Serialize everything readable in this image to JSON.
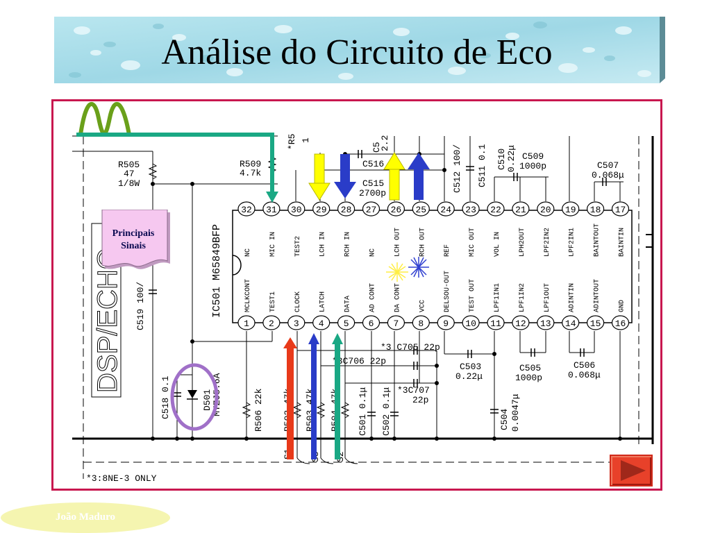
{
  "slide": {
    "title": "Análise do Circuito de Eco",
    "note_line1": "Principais",
    "note_line2": "Sinais",
    "footer": "João Maduro"
  },
  "icons": {
    "next": "play-right-icon",
    "signal": "sine-wave-icon"
  },
  "colors": {
    "frame": "#c8174f",
    "next_button": "#e8412a",
    "footer": "#f5f5b0",
    "note": "#f6c8f0",
    "arrow_green": "#1aa884",
    "arrow_yellow": "#ffff00",
    "arrow_blue": "#2a3cc8",
    "arrow_red": "#e83a1a"
  },
  "schematic": {
    "ic_label": "IC501 M65849BFP",
    "module_label": "DSP/ECHO",
    "footnote": "*3:8NE-3 ONLY",
    "top_pins": [
      {
        "num": "32",
        "name": "NC"
      },
      {
        "num": "31",
        "name": "MIC IN"
      },
      {
        "num": "30",
        "name": "TEST2"
      },
      {
        "num": "29",
        "name": "LCH IN"
      },
      {
        "num": "28",
        "name": "RCH IN"
      },
      {
        "num": "27",
        "name": "NC"
      },
      {
        "num": "26",
        "name": "LCH OUT"
      },
      {
        "num": "25",
        "name": "RCH OUT"
      },
      {
        "num": "24",
        "name": "REF"
      },
      {
        "num": "23",
        "name": "MIC OUT"
      },
      {
        "num": "22",
        "name": "VOL IN"
      },
      {
        "num": "21",
        "name": "LPH2OUT"
      },
      {
        "num": "20",
        "name": "LPF2IN2"
      },
      {
        "num": "19",
        "name": "LPF2IN1"
      },
      {
        "num": "18",
        "name": "BAINTOUT"
      },
      {
        "num": "17",
        "name": "BAINTIN"
      }
    ],
    "bottom_pins": [
      {
        "num": "1",
        "name": "MCLKCONT"
      },
      {
        "num": "2",
        "name": "TEST1"
      },
      {
        "num": "3",
        "name": "CLOCK"
      },
      {
        "num": "4",
        "name": "LATCH"
      },
      {
        "num": "5",
        "name": "DATA"
      },
      {
        "num": "6",
        "name": "AD CONT"
      },
      {
        "num": "7",
        "name": "DA CONT"
      },
      {
        "num": "8",
        "name": "VCC"
      },
      {
        "num": "9",
        "name": "DELSOU-OUT"
      },
      {
        "num": "10",
        "name": "TEST OUT"
      },
      {
        "num": "11",
        "name": "LPF1IN1"
      },
      {
        "num": "12",
        "name": "LPF1IN2"
      },
      {
        "num": "13",
        "name": "LPF1OUT"
      },
      {
        "num": "14",
        "name": "ADINTIN"
      },
      {
        "num": "15",
        "name": "ADINTOUT"
      },
      {
        "num": "16",
        "name": "GND"
      }
    ],
    "components": {
      "r505": "R505",
      "r505_val1": "47",
      "r505_val2": "1/8W",
      "r509": "R509",
      "r509_val": "4.7k",
      "r5": "*R5",
      "r5_val": "1",
      "c5": "C5",
      "c5_val": "2.2",
      "c516": "C516",
      "c515": "C515",
      "c515_val": "2700p",
      "c512": "C512 100/",
      "c511": "C511 0.1",
      "c510": "C510",
      "c510_val": "0.22μ",
      "c509": "C509",
      "c509_val": "1000p",
      "c507": "C507",
      "c507_val": "0.068μ",
      "c519": "C519 100/",
      "c518": "C518 0.1",
      "d501": "D501",
      "d501_val": "MTZJ5.6A",
      "r506": "R506 22k",
      "r502": "R502 47k",
      "r503": "R503 47k",
      "r504": "R504 47k",
      "c501": "C501 0.1μ",
      "c502": "C502 0.1μ",
      "c705": "*3 C705 22p",
      "c706": "*3C706 22p",
      "c707": "*3C707",
      "c707_val": "22p",
      "c503": "C503",
      "c503_val": "0.22μ",
      "c504": "C504",
      "c504_val": "0.0047μ",
      "c505": "C505",
      "c505_val": "1000p",
      "c506": "C506",
      "c506_val": "0.068μ",
      "s1": "S1",
      "s3": "S3",
      "s2": "S2"
    }
  }
}
